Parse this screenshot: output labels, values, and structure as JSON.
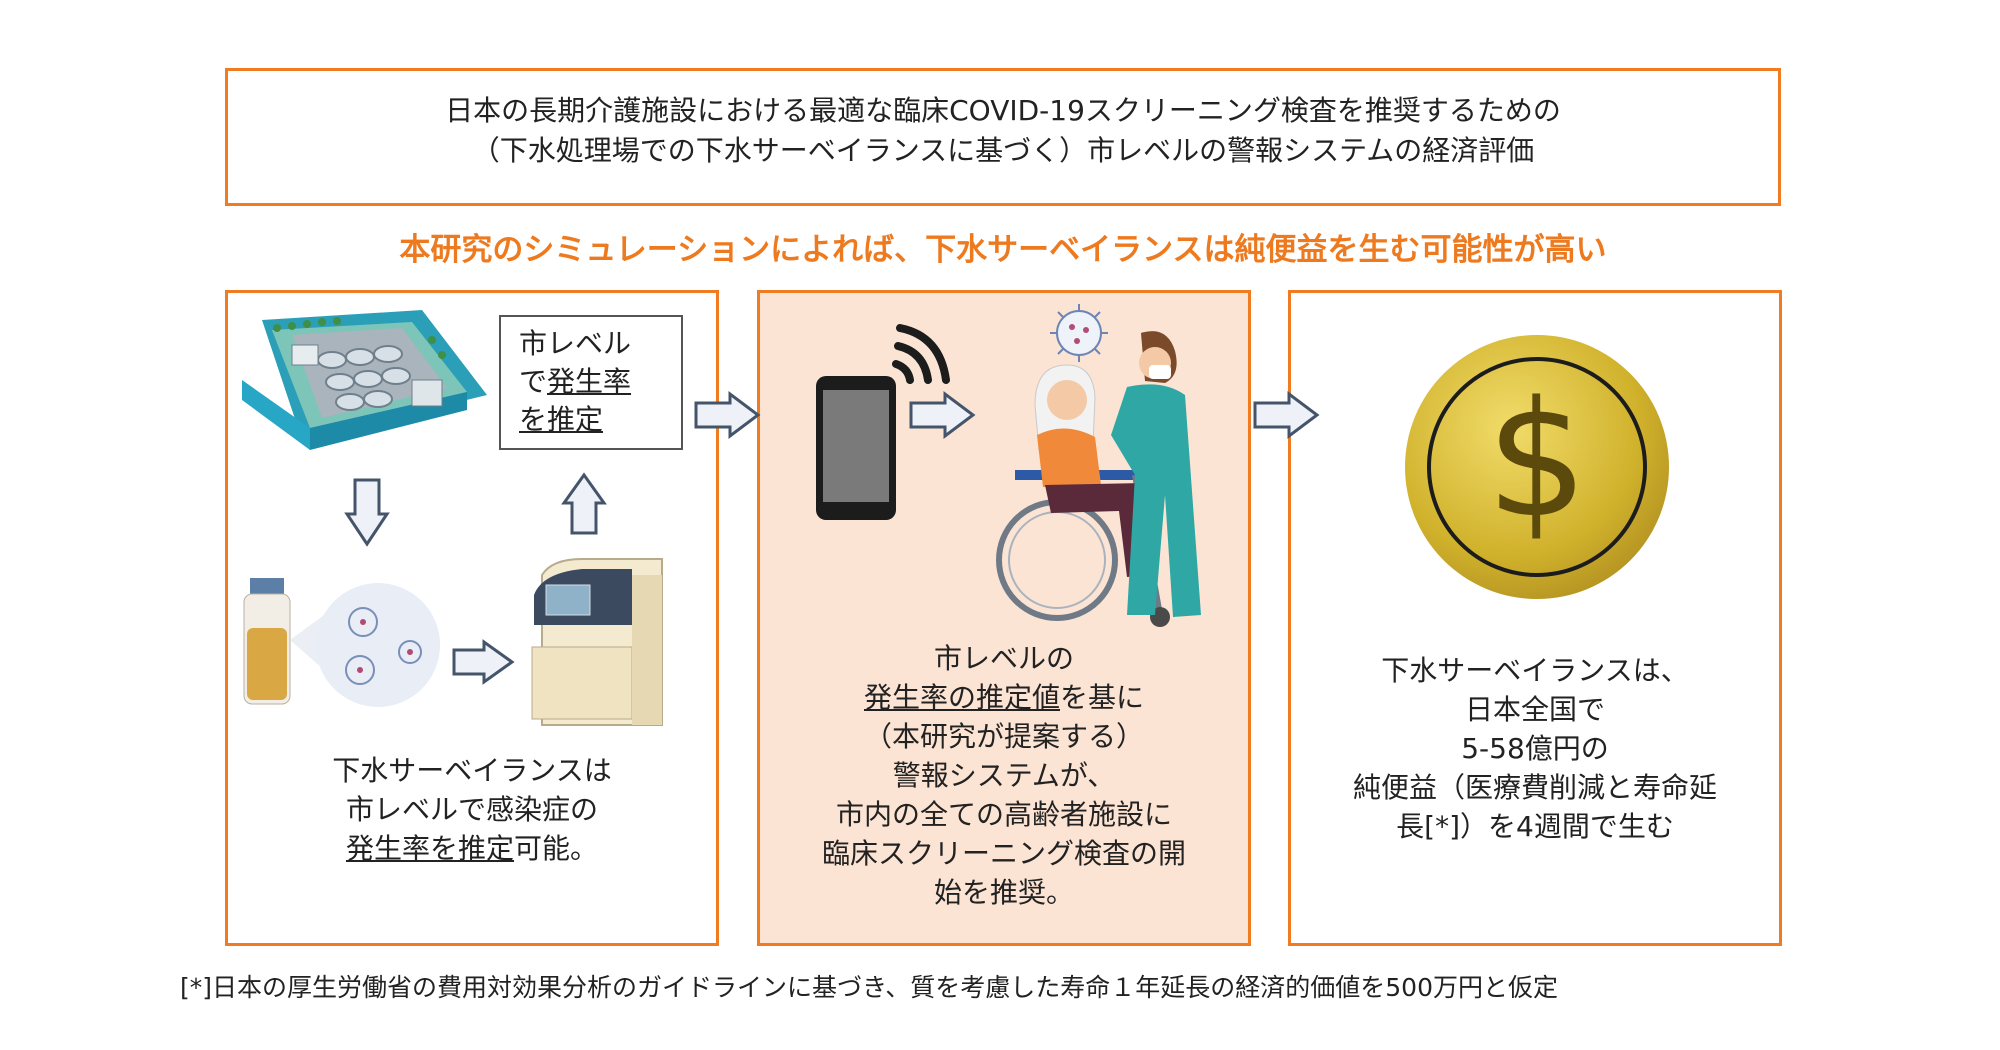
{
  "title": {
    "line1": "日本の長期介護施設における最適な臨床COVID-19スクリーニング検査を推奨するための",
    "line2": "（下水処理場での下水サーベイランスに基づく）市レベルの警報システムの経済評価"
  },
  "headline": "本研究のシミュレーションによれば、下水サーベイランスは純便益を生む可能性が高い",
  "panel1": {
    "estimate_box": {
      "l1": "市レベル",
      "l2a": "で",
      "l2b": "発生率",
      "l3a": "を推定"
    },
    "text": {
      "l1": "下水サーベイランスは",
      "l2": "市レベルで感染症の",
      "l3a": "発生率を推定",
      "l3b": "可能。"
    }
  },
  "panel2": {
    "text": {
      "l1": "市レベルの",
      "l2a": "発生率の推定値",
      "l2b": "を基に",
      "l3": "（本研究が提案する）",
      "l4": "警報システムが、",
      "l5": "市内の全ての高齢者施設に",
      "l6": "臨床スクリーニング検査の開",
      "l7": "始を推奨。"
    }
  },
  "panel3": {
    "text": {
      "l1": "下水サーベイランスは、",
      "l2": "日本全国で",
      "l3": "5-58億円の",
      "l4": "純便益（医療費削減と寿命延",
      "l5": "長[*]）を4週間で生む"
    },
    "coin_symbol": "$"
  },
  "footnote": "[*]日本の厚生労働省の費用対効果分析のガイドラインに基づき、質を考慮した寿命１年延長の経済的価値を500万円と仮定",
  "colors": {
    "accent": "#f07b20",
    "panel_fill": "#fce4d4",
    "arrow_fill": "#eef1f7",
    "arrow_stroke": "#44546a",
    "coin": "#d4b52e"
  },
  "icons": [
    "treatment-plant-icon",
    "sample-bottle-icon",
    "virus-icon",
    "pcr-machine-icon",
    "smartphone-icon",
    "wifi-signal-icon",
    "nurse-and-patient-icon",
    "wheelchair-icon",
    "dollar-coin-icon"
  ]
}
